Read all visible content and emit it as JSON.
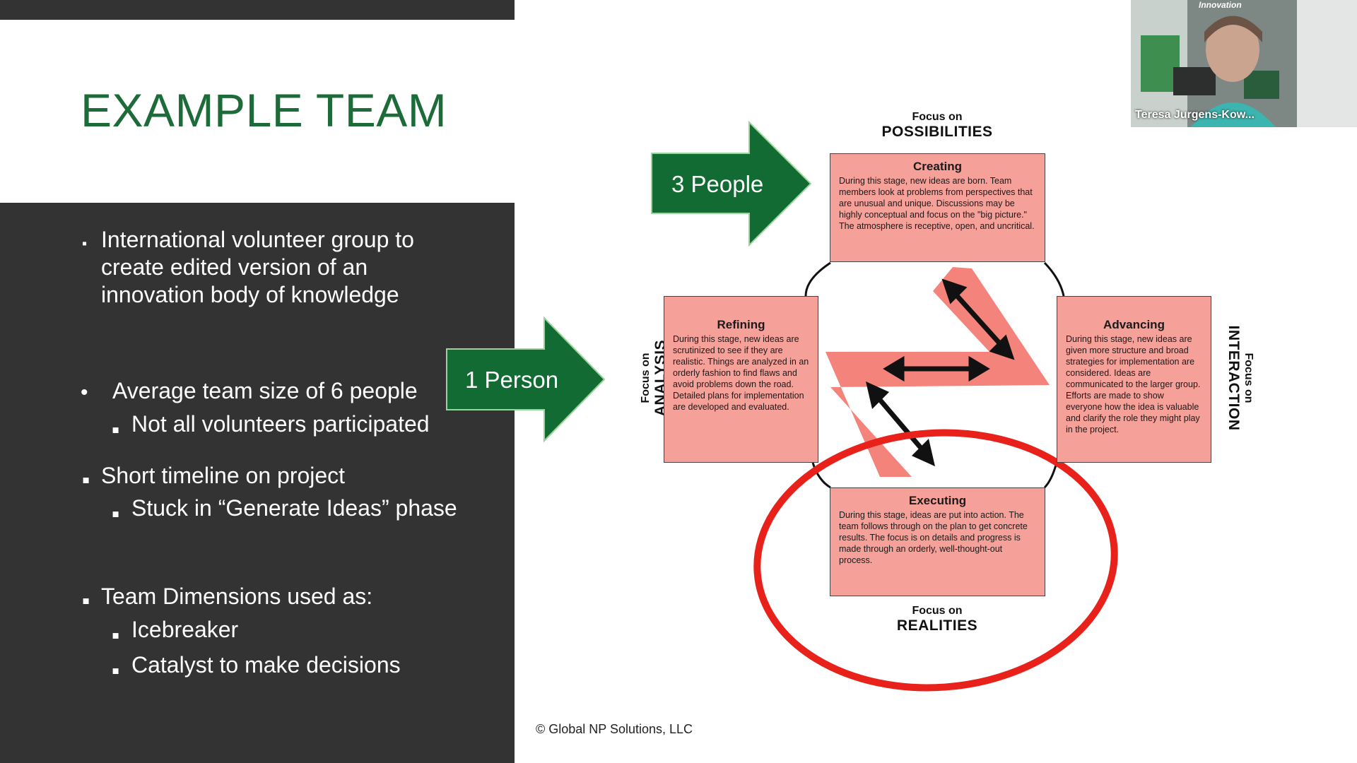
{
  "slide": {
    "title": "EXAMPLE TEAM",
    "bullets": [
      {
        "text": "International volunteer group to",
        "marker": "▪"
      },
      {
        "text": "Average team size of 6 people",
        "marker": "•",
        "sub": "Not all volunteers participated"
      },
      {
        "text": "Short timeline on project",
        "marker": "▪",
        "sub": "Stuck in “Generate Ideas” phase"
      },
      {
        "text": "Team Dimensions used as:",
        "marker": "▪",
        "subs": [
          "Icebreaker",
          "Catalyst to make decisions"
        ]
      }
    ],
    "bullet1_lines": [
      "International volunteer group to",
      "create edited version of an",
      "innovation body of knowledge"
    ],
    "sub_marker": "▪",
    "copyright": "© Global NP Solutions, LLC"
  },
  "diagram": {
    "arrow_top": "3 People",
    "arrow_left": "1 Person",
    "focus_top_small": "Focus on",
    "focus_top_big": "POSSIBILITIES",
    "focus_bottom_small": "Focus on",
    "focus_bottom_big": "REALITIES",
    "focus_left_small": "Focus on",
    "focus_left_big": "ANALYSIS",
    "focus_right_small": "Focus on",
    "focus_right_big": "INTERACTION",
    "creating_title": "Creating",
    "creating_body": "During this stage, new ideas are born. Team members look at problems from perspectives that are unusual and unique. Discussions may be highly conceptual and focus on the \"big picture.\" The atmosphere is receptive, open, and uncritical.",
    "refining_title": "Refining",
    "refining_body": "During this stage, new ideas are scrutinized to see if they are realistic. Things are analyzed in an orderly fashion to find flaws and avoid problems down the road. Detailed plans for implementation are developed and evaluated.",
    "advancing_title": "Advancing",
    "advancing_body": "During this stage, new ideas are given more structure and broad strategies for implementation are considered. Ideas are communicated to the larger group. Efforts are made to show everyone how the idea is valuable and clarify the role they might play in the project.",
    "executing_title": "Executing",
    "executing_body": "During this stage, ideas are put into action. The team follows through on the plan to get concrete results. The focus is on details and progress is made through an orderly, well-thought-out process.",
    "colors": {
      "green_arrow": "#116b33",
      "box_fill": "#f6a09a",
      "zigzag": "#f4837b",
      "highlight_ring": "#e8211b"
    }
  },
  "webcam": {
    "participant_name": "Teresa Jurgens-Kow...",
    "sign_text": "Innovation"
  }
}
